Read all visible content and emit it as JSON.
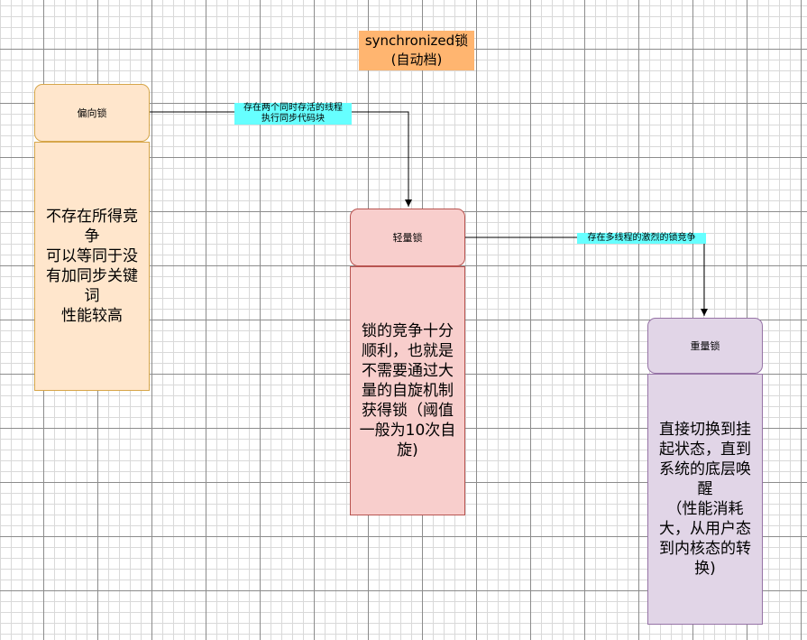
{
  "title": {
    "line1": "synchronized锁",
    "line2": "(自动档)"
  },
  "nodes": [
    {
      "label": "偏向锁",
      "body": "不存在所得竞\n争\n可以等同于没\n有加同步关键\n词\n性能较高"
    },
    {
      "label": "轻量锁",
      "body": "锁的竞争十分\n顺利，也就是\n不需要通过大\n量的自旋机制\n获得锁（阈值\n一般为10次自\n旋)"
    },
    {
      "label": "重量锁",
      "body": "直接切换到挂\n起状态，直到\n系统的底层唤\n醒\n（性能消耗\n大，从用户态\n到内核态的转\n换)"
    }
  ],
  "edges": [
    {
      "label": "存在两个同时存活的线程\n执行同步代码块"
    },
    {
      "label": "存在多线程的激烈的锁竞争"
    }
  ],
  "colors": {
    "title_bg": "#ffb570",
    "biased_fill": "#ffe6cc",
    "lightweight_fill": "#f8cecc",
    "heavyweight_fill": "#e1d5e7",
    "edge_label_bg": "#66ffff"
  }
}
